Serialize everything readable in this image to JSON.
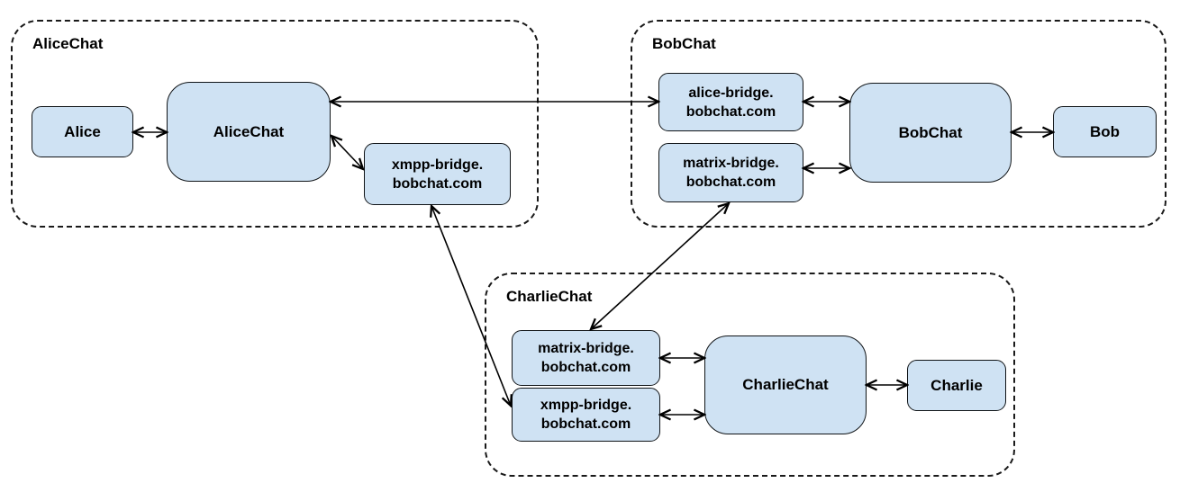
{
  "canvas": {
    "background": "#ffffff",
    "node_fill": "#cfe2f3",
    "stroke_color": "#000000"
  },
  "clusters": {
    "alicechat": {
      "label": "AliceChat"
    },
    "bobchat": {
      "label": "BobChat"
    },
    "charliechat": {
      "label": "CharlieChat"
    }
  },
  "nodes": {
    "alice": {
      "label": "Alice"
    },
    "alicechat_server": {
      "label": "AliceChat"
    },
    "xmpp_bridge_alice": {
      "label": "xmpp-bridge.\nbobchat.com"
    },
    "alice_bridge_bob": {
      "label": "alice-bridge.\nbobchat.com"
    },
    "matrix_bridge_bob": {
      "label": "matrix-bridge.\nbobchat.com"
    },
    "bobchat_server": {
      "label": "BobChat"
    },
    "bob": {
      "label": "Bob"
    },
    "matrix_bridge_charlie": {
      "label": "matrix-bridge.\nbobchat.com"
    },
    "xmpp_bridge_charlie": {
      "label": "xmpp-bridge.\nbobchat.com"
    },
    "charliechat_server": {
      "label": "CharlieChat"
    },
    "charlie": {
      "label": "Charlie"
    }
  },
  "connectors": [
    {
      "from": "alice",
      "to": "alicechat_server",
      "arrows": "both"
    },
    {
      "from": "alicechat_server",
      "to": "alice_bridge_bob",
      "arrows": "both"
    },
    {
      "from": "alicechat_server",
      "to": "xmpp_bridge_alice",
      "arrows": "both"
    },
    {
      "from": "xmpp_bridge_alice",
      "to": "xmpp_bridge_charlie",
      "arrows": "both"
    },
    {
      "from": "alice_bridge_bob",
      "to": "bobchat_server",
      "arrows": "both"
    },
    {
      "from": "matrix_bridge_bob",
      "to": "bobchat_server",
      "arrows": "both"
    },
    {
      "from": "bobchat_server",
      "to": "bob",
      "arrows": "both"
    },
    {
      "from": "matrix_bridge_bob",
      "to": "matrix_bridge_charlie",
      "arrows": "both"
    },
    {
      "from": "matrix_bridge_charlie",
      "to": "charliechat_server",
      "arrows": "both"
    },
    {
      "from": "xmpp_bridge_charlie",
      "to": "charliechat_server",
      "arrows": "both"
    },
    {
      "from": "charliechat_server",
      "to": "charlie",
      "arrows": "both"
    }
  ]
}
